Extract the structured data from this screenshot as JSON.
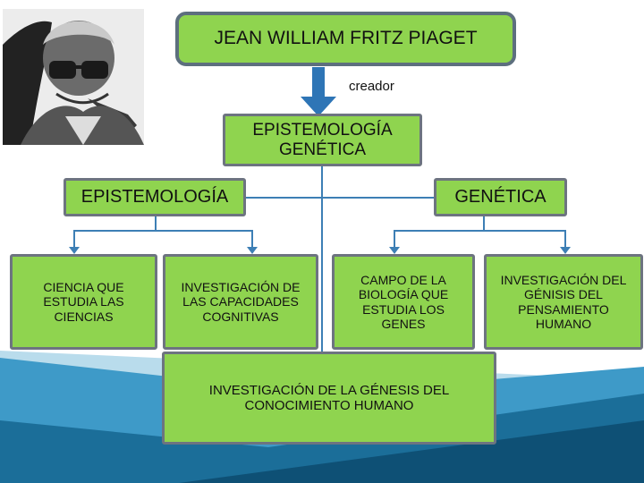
{
  "title": "JEAN WILLIAM FRITZ PIAGET",
  "arrow_label": "creador",
  "central": "EPISTEMOLOGÍA GENÉTICA",
  "branches": {
    "left": "EPISTEMOLOGÍA",
    "right": "GENÉTICA"
  },
  "leaves": [
    "CIENCIA QUE ESTUDIA LAS CIENCIAS",
    "INVESTIGACIÓN DE LAS CAPACIDADES COGNITIVAS",
    "CAMPO DE LA BIOLOGÍA QUE ESTUDIA LOS GENES",
    "INVESTIGACIÓN DEL GÉNISIS DEL PENSAMIENTO HUMANO"
  ],
  "bottom": "INVESTIGACIÓN DE LA GÉNESIS DEL CONOCIMIENTO HUMANO",
  "colors": {
    "box_fill": "#8fd44f",
    "connector": "#3d7fb5",
    "arrow": "#2e75b6",
    "ribbon": "#1b6e99"
  },
  "icons": [
    "portrait-photo",
    "down-arrow-icon"
  ]
}
